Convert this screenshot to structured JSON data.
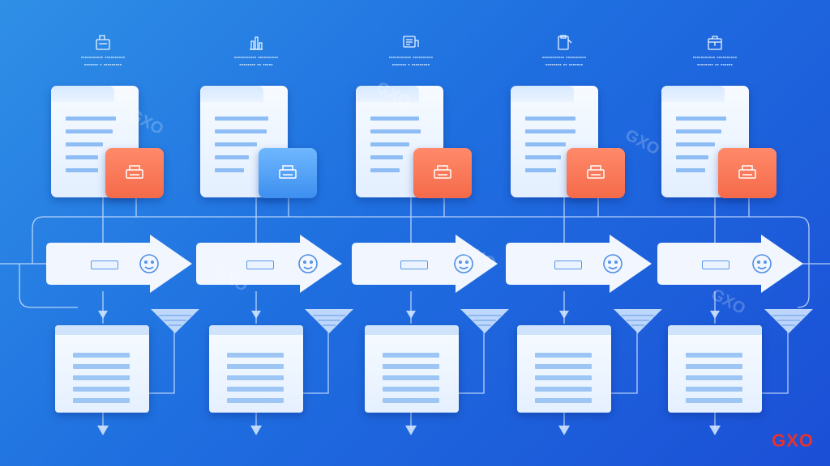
{
  "diagram": {
    "watermark": "GXO",
    "brand": "GXO",
    "colors": {
      "background_start": "#2f8fe6",
      "background_end": "#1b4fd6",
      "badge_orange": "#f46a4a",
      "badge_blue": "#3d8fef",
      "connector": "#cfe3ff"
    },
    "steps": [
      {
        "icon": "document-stack-icon",
        "badge_icon": "printer-icon",
        "badge_color": "orange",
        "end_icon": "face-scan-icon"
      },
      {
        "icon": "bar-chart-icon",
        "badge_icon": "printer-icon",
        "badge_color": "blue",
        "end_icon": "face-scan-icon"
      },
      {
        "icon": "monitor-chart-icon",
        "badge_icon": "printer-icon",
        "badge_color": "orange",
        "end_icon": "face-scan-icon"
      },
      {
        "icon": "clipboard-icon",
        "badge_icon": "printer-icon",
        "badge_color": "orange",
        "end_icon": "face-scan-icon"
      },
      {
        "icon": "package-icon",
        "badge_icon": "printer-icon",
        "badge_color": "orange",
        "end_icon": "face-scan-icon"
      }
    ]
  }
}
